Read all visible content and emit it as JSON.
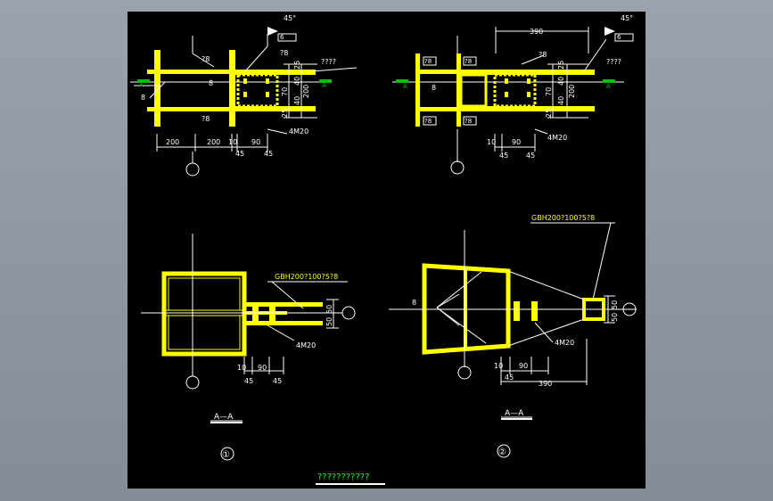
{
  "colors": {
    "viewer_background": "#8d96a1",
    "drawing_background": "#000000",
    "steel": "#ffff00",
    "lines": "#ffffff",
    "section_marker": "#00c000",
    "title_text": "#00ff00"
  },
  "drawing": {
    "title": "???????????",
    "detail1": {
      "number": "①",
      "section_label": "A—A",
      "section_mark": "A",
      "weld_angle": "45°",
      "weld_size": "6",
      "weld_text": "????",
      "fillet_size": "8",
      "plate_thk": "?8",
      "bolts": "4M20",
      "dims_bottom": [
        "200",
        "200",
        "10",
        "90",
        "45",
        "45"
      ],
      "dims_right": [
        "25",
        "40",
        "70",
        "40",
        "25",
        "200"
      ],
      "section_member": "GBH200?100?5?8",
      "section_dims_right": [
        "50",
        "50"
      ],
      "section_dims_bottom": [
        "10",
        "90",
        "45",
        "45"
      ]
    },
    "detail2": {
      "number": "②",
      "section_label": "A—A",
      "section_mark": "A",
      "weld_angle": "45°",
      "weld_size": "6",
      "weld_text": "????",
      "fillet_size": "8",
      "plate_thk": "?8",
      "bolts": "4M20",
      "dim_top": "390",
      "dims_bottom": [
        "10",
        "90",
        "45",
        "45"
      ],
      "dims_right": [
        "25",
        "40",
        "70",
        "40",
        "25",
        "200"
      ],
      "section_member": "GBH200?100?5?8",
      "section_dims_right": [
        "50",
        "50"
      ],
      "section_dims_bottom": [
        "10",
        "90",
        "45",
        "390"
      ]
    }
  }
}
